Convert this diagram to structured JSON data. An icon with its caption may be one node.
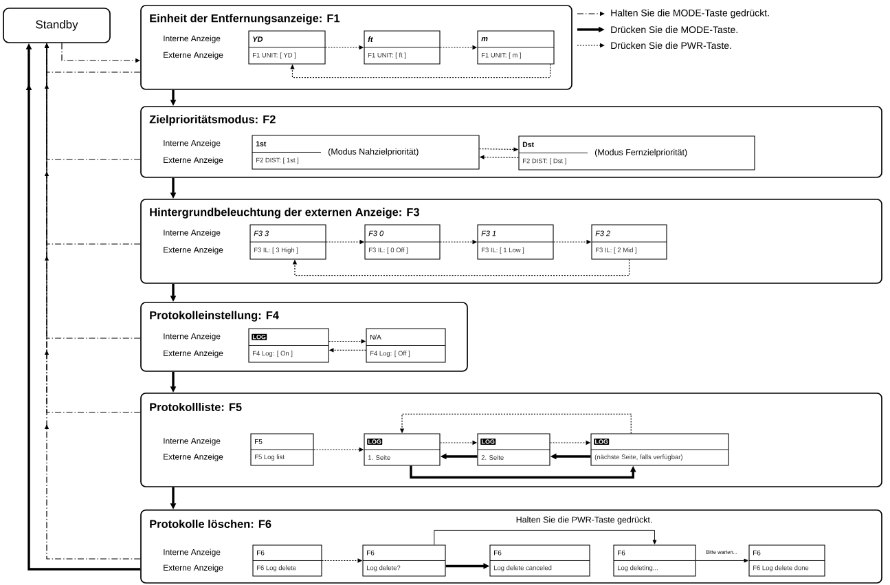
{
  "diagram": {
    "nodes": [
      {
        "text": [
          "Standby"
        ]
      },
      {
        "text": [
          "Einheit der Entfernungsanzeige: F1",
          "Interne Anzeige",
          "Externe Anzeige"
        ]
      },
      {
        "text": [
          "YD",
          "F1 UNIT: [ YD ]"
        ],
        "in": 1
      },
      {
        "text": [
          "ft",
          "F1 UNIT: [ ft ]"
        ],
        "in": 1
      },
      {
        "text": [
          "m",
          "F1 UNIT: [ m ]"
        ],
        "in": 1
      },
      {
        "text": [
          "Zielprioritätsmodus: F2",
          "Interne Anzeige",
          "Externe Anzeige"
        ]
      },
      {
        "text": [
          "1st",
          "F2 DIST: [ 1st ]",
          "(Modus Nahzielpriorität)"
        ],
        "in": 5
      },
      {
        "text": [
          "Dst",
          "F2 DIST: [ Dst ]",
          "(Modus Fernzielpriorität)"
        ],
        "in": 5
      },
      {
        "text": [
          "Hintergrundbeleuchtung der externen Anzeige: F3",
          "Interne Anzeige",
          "Externe Anzeige"
        ]
      },
      {
        "text": [
          "F3 3",
          "F3 IL: [ 3 High ]"
        ],
        "in": 8
      },
      {
        "text": [
          "F3 0",
          "F3 IL: [ 0 Off ]"
        ],
        "in": 8
      },
      {
        "text": [
          "F3 1",
          "F3 IL: [ 1 Low ]"
        ],
        "in": 8
      },
      {
        "text": [
          "F3 2",
          "F3 IL: [ 2 Mid ]"
        ],
        "in": 8
      },
      {
        "text": [
          "Protokolleinstellung: F4",
          "Interne Anzeige",
          "Externe Anzeige"
        ]
      },
      {
        "text": [
          "LOG",
          "F4 Log: [ On ]"
        ],
        "in": 13
      },
      {
        "text": [
          "N/A",
          "F4 Log: [ Off ]"
        ],
        "in": 13
      },
      {
        "text": [
          "Protokollliste: F5",
          "Interne Anzeige",
          "Externe Anzeige"
        ]
      },
      {
        "text": [
          "F5",
          "F5 Log list"
        ],
        "in": 16
      },
      {
        "text": [
          "LOG",
          "1. Seite"
        ],
        "in": 16
      },
      {
        "text": [
          "LOG",
          "2. Seite"
        ],
        "in": 16
      },
      {
        "text": [
          "LOG",
          "(nächste Seite, falls verfügbar)"
        ],
        "in": 16
      },
      {
        "text": [
          "Protokolle löschen: F6",
          "Interne Anzeige",
          "Externe Anzeige"
        ]
      },
      {
        "text": [
          "F6",
          "F6 Log delete"
        ],
        "in": 21
      },
      {
        "text": [
          "F6",
          "Log delete?"
        ],
        "in": 21
      },
      {
        "text": [
          "F6",
          "Log delete canceled"
        ],
        "in": 21
      },
      {
        "text": [
          "F6",
          "Log deleting..."
        ],
        "in": 21
      },
      {
        "text": [
          "F6",
          "F6 Log delete done"
        ],
        "in": 21
      }
    ],
    "edges": [
      {
        "from": 0,
        "to": 1,
        "arrow": "to",
        "style": "dashed"
      },
      {
        "from": 1,
        "to": 5,
        "arrow": "to",
        "style": "thick"
      },
      {
        "from": 5,
        "to": 8,
        "arrow": "to",
        "style": "thick"
      },
      {
        "from": 8,
        "to": 13,
        "arrow": "to",
        "style": "thick"
      },
      {
        "from": 13,
        "to": 16,
        "arrow": "to",
        "style": "thick"
      },
      {
        "from": 16,
        "to": 21,
        "arrow": "to",
        "style": "thick"
      },
      {
        "from": 1,
        "to": 0,
        "arrow": "to",
        "style": "dashed"
      },
      {
        "from": 5,
        "to": 0,
        "arrow": "to",
        "style": "dashed"
      },
      {
        "from": 8,
        "to": 0,
        "arrow": "to",
        "style": "dashed"
      },
      {
        "from": 13,
        "to": 0,
        "arrow": "to",
        "style": "dashed"
      },
      {
        "from": 16,
        "to": 0,
        "arrow": "to",
        "style": "dashed"
      },
      {
        "from": 21,
        "to": 0,
        "arrow": "to",
        "style": "dashed"
      },
      {
        "from": 21,
        "to": 0,
        "arrow": "to",
        "style": "thick"
      },
      {
        "from": 2,
        "to": 3,
        "arrow": "to",
        "style": "dashed"
      },
      {
        "from": 3,
        "to": 4,
        "arrow": "to",
        "style": "dashed"
      },
      {
        "from": 4,
        "to": 2,
        "arrow": "to",
        "style": "dashed"
      },
      {
        "from": 6,
        "to": 7,
        "arrow": "to",
        "style": "dashed"
      },
      {
        "from": 7,
        "to": 6,
        "arrow": "to",
        "style": "dashed"
      },
      {
        "from": 9,
        "to": 10,
        "arrow": "to",
        "style": "dashed"
      },
      {
        "from": 10,
        "to": 11,
        "arrow": "to",
        "style": "dashed"
      },
      {
        "from": 11,
        "to": 12,
        "arrow": "to",
        "style": "dashed"
      },
      {
        "from": 12,
        "to": 9,
        "arrow": "to",
        "style": "dashed"
      },
      {
        "from": 14,
        "to": 15,
        "arrow": "to",
        "style": "dashed"
      },
      {
        "from": 15,
        "to": 14,
        "arrow": "to",
        "style": "dashed"
      },
      {
        "from": 17,
        "to": 18,
        "arrow": "to",
        "style": "dashed"
      },
      {
        "from": 18,
        "to": 19,
        "arrow": "to",
        "style": "dashed"
      },
      {
        "from": 19,
        "to": 20,
        "arrow": "to",
        "style": "dashed"
      },
      {
        "from": 20,
        "to": 18,
        "arrow": "to",
        "style": "dashed"
      },
      {
        "from": 19,
        "to": 18,
        "arrow": "to",
        "style": "thick"
      },
      {
        "from": 20,
        "to": 19,
        "arrow": "to",
        "style": "thick"
      },
      {
        "from": 18,
        "to": 20,
        "arrow": "to",
        "style": "thick"
      },
      {
        "from": 22,
        "to": 23,
        "arrow": "to",
        "style": "dashed"
      },
      {
        "from": 23,
        "to": 24,
        "arrow": "to",
        "style": "thick"
      },
      {
        "from": 23,
        "to": 25,
        "arrow": "to",
        "label": "Halten Sie die PWR-Taste gedrückt."
      },
      {
        "from": 25,
        "to": 26,
        "arrow": "to",
        "label": "Bitte warten..."
      }
    ],
    "legend": [
      {
        "text": "Halten Sie die MODE-Taste gedrückt."
      },
      {
        "text": "Drücken Sie die MODE-Taste."
      },
      {
        "text": "Drücken Sie die PWR-Taste."
      }
    ]
  }
}
